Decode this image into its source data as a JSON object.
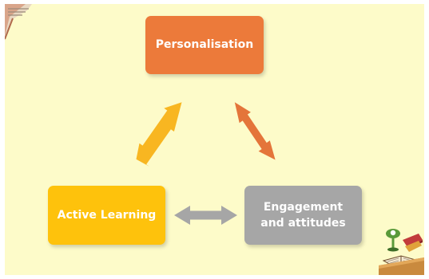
{
  "diagram": {
    "nodes": [
      {
        "id": "personalisation",
        "label": "Personalisation",
        "color": "#ec7a3a"
      },
      {
        "id": "active",
        "label": "Active Learning",
        "color": "#fec20c"
      },
      {
        "id": "engagement",
        "label": "Engagement\nand attitudes",
        "color": "#a6a6a6"
      }
    ],
    "edges": [
      {
        "from": "active",
        "to": "personalisation",
        "color": "#f8b621",
        "bidirectional": true
      },
      {
        "from": "personalisation",
        "to": "engagement",
        "color": "#e4753a",
        "bidirectional": true
      },
      {
        "from": "active",
        "to": "engagement",
        "color": "#a6a6a6",
        "bidirectional": true
      }
    ]
  },
  "slide": {
    "background": "#fdfbc9",
    "decorations": [
      "book-corner-icon",
      "desk-lamp-book-icon"
    ]
  }
}
